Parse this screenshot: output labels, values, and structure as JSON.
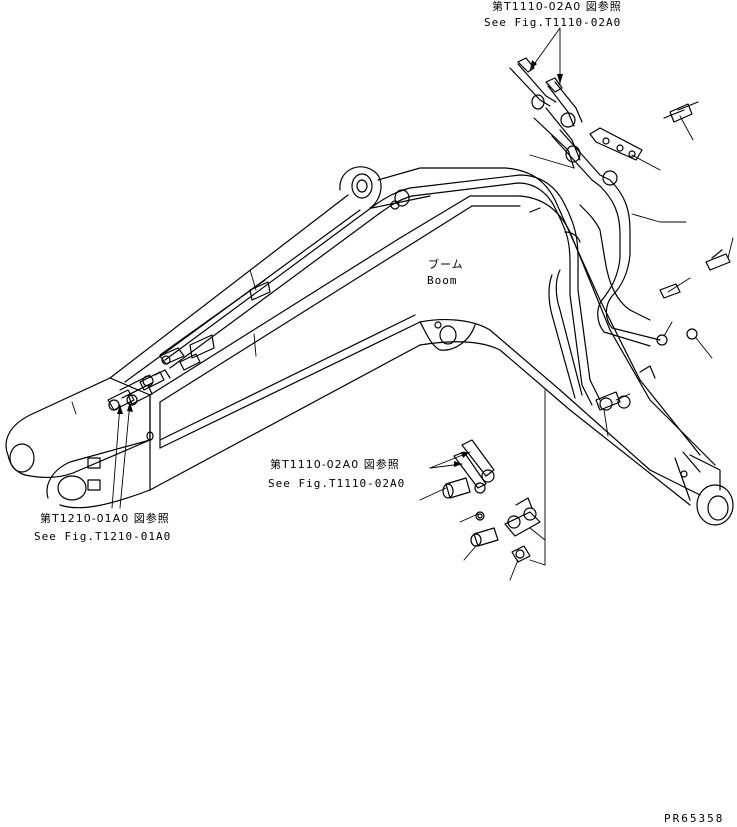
{
  "refs": {
    "top_jp": "第T1110-02A0 図参照",
    "top_en": "See Fig.T1110-02A0",
    "mid_jp": "第T1110-02A0 図参照",
    "mid_en": "See Fig.T1110-02A0",
    "left_jp": "第T1210-01A0 図参照",
    "left_en": "See Fig.T1210-01A0"
  },
  "boom": {
    "jp": "ブーム",
    "en": "Boom"
  },
  "drawing_code": "PR65358",
  "colors": {
    "ink": "#000000",
    "paper": "#ffffff"
  }
}
